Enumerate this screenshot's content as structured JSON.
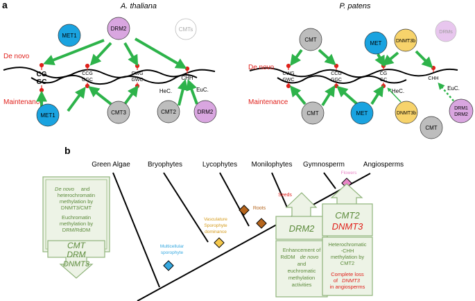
{
  "panel_a": {
    "label": "a",
    "left": {
      "species": "A. thaliana",
      "de_novo": "De novo",
      "maintenance": "Maintenance",
      "enzymes": {
        "met1_top": "MET1",
        "drm2_top": "DRM2",
        "cmts": "CMTs",
        "met1_bottom": "MET1",
        "cmt3": "CMT3",
        "cmt2": "CMT2",
        "drm2_bottom": "DRM2"
      },
      "sites": {
        "cg_top": "CG",
        "cg_bottom": "GC",
        "ccg_top": "CCG",
        "ccg_bottom": "GGC",
        "cwg_top": "CWG",
        "cwg_bottom": "GWC",
        "chh": "CHH"
      },
      "hec": "HeC.",
      "euc": "EuC."
    },
    "right": {
      "species": "P. patens",
      "de_novo": "De novo",
      "maintenance": "Maintenance",
      "enzymes": {
        "cmt_top": "CMT",
        "met_top": "MET",
        "dnmt3b_top": "DNMT3b",
        "drms": "DRMs",
        "cmt_bottom": "CMT",
        "met_bottom": "MET",
        "dnmt3b_bottom": "DNMT3b",
        "cmt_far": "CMT",
        "drm1": "DRM1",
        "drm2": "DRM2"
      },
      "sites": {
        "cwg_top": "CWG",
        "cwg_bottom": "GWC",
        "ccg_top": "CCG",
        "ccg_bottom": "GGC",
        "cg_top": "CG",
        "cg_bottom": "GC",
        "chh": "CHH"
      },
      "hec": "HeC.",
      "euc": "EuC."
    }
  },
  "panel_b": {
    "label": "b",
    "taxa": [
      "Green Algae",
      "Bryophytes",
      "Lycophytes",
      "Monilophytes",
      "Gymnosperm",
      "Angiosperms"
    ],
    "nodes": {
      "multicellular": {
        "line1": "Multicellular",
        "line2": "sporophyte",
        "color": "#35a8e0"
      },
      "vasculature": {
        "line1": "Vasculature",
        "line2": "Sporophyte",
        "line3": "dominance",
        "color": "#f5c84c"
      },
      "roots": {
        "label": "Roots",
        "color": "#b5651d"
      },
      "seeds": {
        "label": "Seeds",
        "color": "#e0201b"
      },
      "flowers": {
        "label": "Flowers",
        "color": "#e986c8"
      }
    },
    "algae_box": {
      "line1a": "De novo",
      "line1b": "and",
      "line2": "heterochromatin",
      "line3": "methylation by",
      "line4": "DNMT3/CMT",
      "line5": "Euchromatin",
      "line6": "methylation by",
      "line7": "DRM/RdDM",
      "cmt": "CMT",
      "drm": "DRM",
      "dnmt3": "DNMT3"
    },
    "drm2_box": {
      "title": "DRM2",
      "line1": "Enhancement of",
      "line2a": "RdDM",
      "line2b": "de novo",
      "line3": "and",
      "line4": "euchromatic",
      "line5": "methylation",
      "line6": "activities"
    },
    "cmt2_box": {
      "title1": "CMT2",
      "title2": "DNMT3",
      "line1": "Heterochromatic",
      "line2": "-CHH",
      "line3": "methylation by",
      "line4": "CMT2",
      "line5": "Complete loss",
      "line6a": "of",
      "line6b": "DNMT3",
      "line7": "in angiosperms"
    }
  },
  "colors": {
    "arrow_green": "#2db34a",
    "box_green": "#8fb37a",
    "box_fill": "#edf3e6",
    "text_green": "#5b8a3a",
    "red": "#e0201b",
    "met_blue": "#1aa3e0",
    "drm_purple": "#d9a6e0",
    "cmt_gray": "#bdbdbd",
    "dnmt3_yellow": "#f7d36b"
  }
}
